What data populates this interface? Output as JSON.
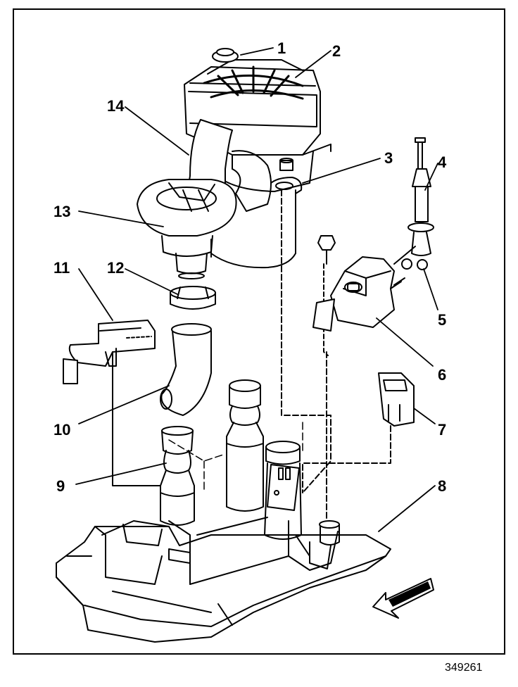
{
  "figure": {
    "id": "349261",
    "callouts": {
      "c1": "1",
      "c2": "2",
      "c3": "3",
      "c4": "4",
      "c5": "5",
      "c6": "6",
      "c7": "7",
      "c8": "8",
      "c9": "9",
      "c10": "10",
      "c11": "11",
      "c12": "12",
      "c13": "13",
      "c14": "14"
    }
  },
  "colors": {
    "ink": "#000000",
    "paper": "#ffffff",
    "shade": "#cfcfcf"
  },
  "icons": {
    "direction": "front-arrow-icon"
  }
}
